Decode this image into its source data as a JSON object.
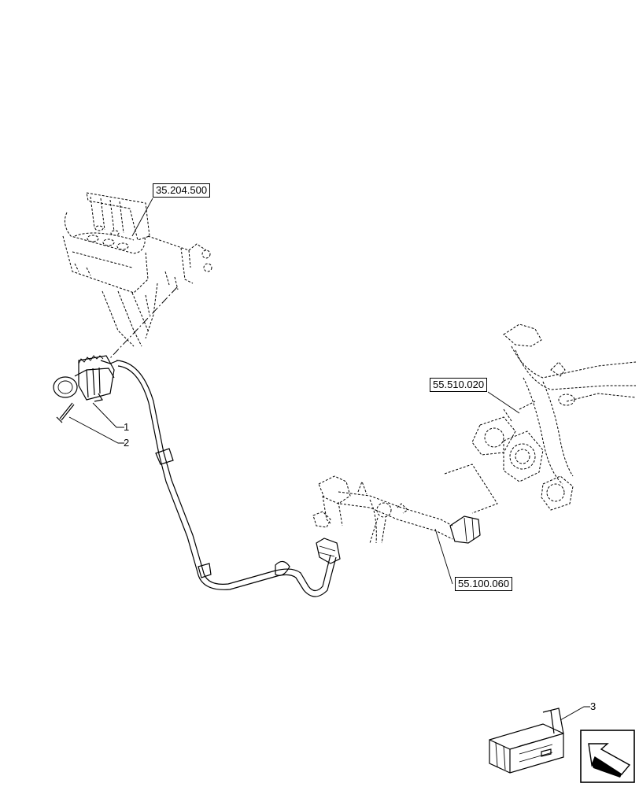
{
  "references": {
    "ref_top": "35.204.500",
    "ref_right": "55.510.020",
    "ref_bottom": "55.100.060"
  },
  "callouts": {
    "item_1": "1",
    "item_2": "2",
    "item_3": "3"
  },
  "icons": {
    "kit_box": "kit-box-icon",
    "nav_arrow": "previous-page-arrow-icon"
  }
}
